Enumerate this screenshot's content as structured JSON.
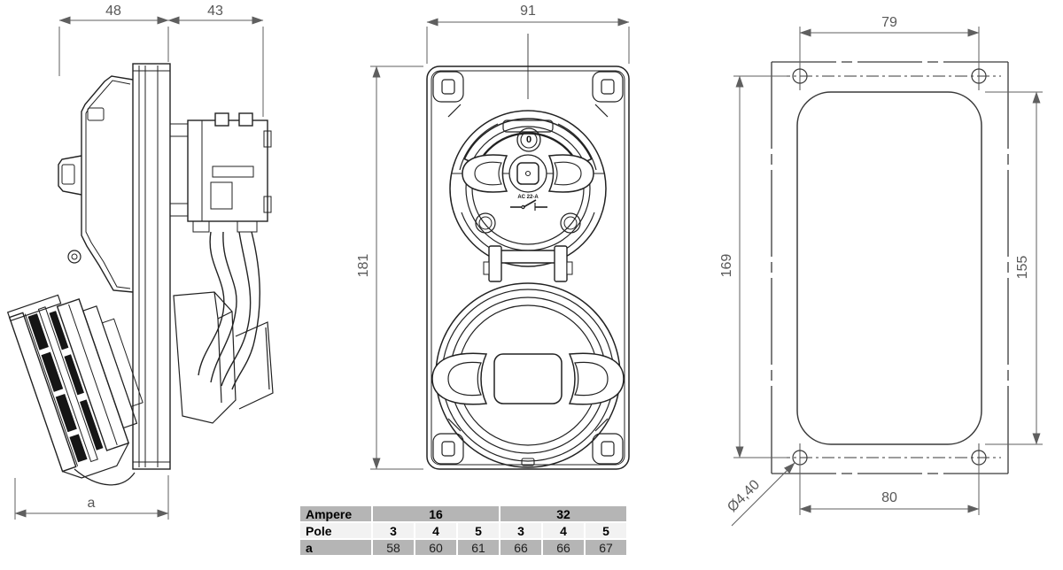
{
  "dimensions": {
    "side_front_depth": "48",
    "side_back_depth": "43",
    "front_width": "91",
    "front_height": "181",
    "side_overall": "a",
    "hole_pitch_horizontal": "79",
    "hole_pitch_vertical": "169",
    "cutout_height": "155",
    "cutout_width": "80",
    "hole_diameter": "Ø4,40"
  },
  "markings": {
    "switch_rating": "AC 22-A",
    "switch_position": "0"
  },
  "table": {
    "col_labels": [
      "Ampere",
      "Pole",
      "a"
    ],
    "ampere_groups": [
      "16",
      "32"
    ],
    "pole_values": [
      "3",
      "4",
      "5",
      "3",
      "4",
      "5"
    ],
    "a_values": [
      "58",
      "60",
      "61",
      "66",
      "66",
      "67"
    ]
  },
  "colors": {
    "part_line": "#222222",
    "dimension_line": "#5f5f5f",
    "table_gray": "#b5b5b5",
    "table_light": "#f2f2f2",
    "background": "#ffffff"
  }
}
